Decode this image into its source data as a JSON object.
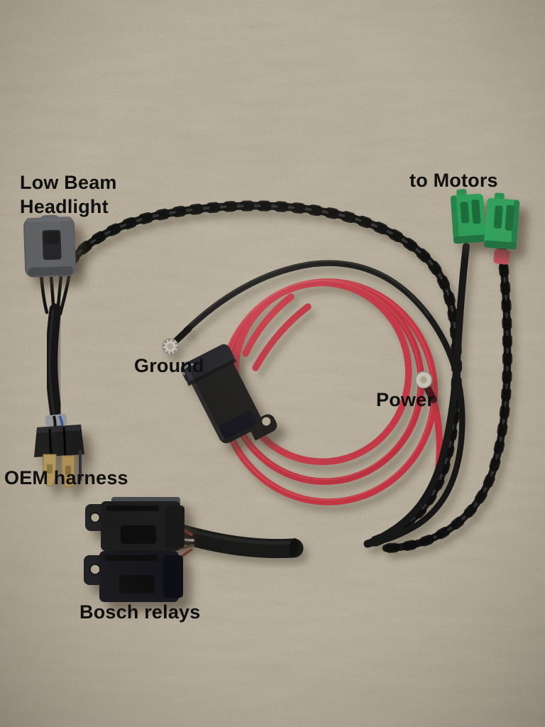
{
  "photo": {
    "description": "Low beam headlight relay wiring harness laid out on beige linen fabric",
    "labels": {
      "low_beam_1": "Low Beam",
      "low_beam_2": "Headlight",
      "to_motors": "to Motors",
      "ground": "Ground",
      "power": "Power",
      "oem_harness": "OEM harness",
      "bosch_relays": "Bosch relays"
    },
    "colors": {
      "background": "#b5aa96",
      "label_text": "#101010",
      "wire_black": "#161616",
      "wire_red": "#c03240",
      "connector_green": "#2f9d58",
      "boot_gray": "#5b5d60",
      "terminal_brass": "#b29459",
      "terminal_silver": "#c9c3ba",
      "marker_band_red": "#c4505c"
    },
    "components": [
      "gray-headlight-socket-boot",
      "black-heat-shrink-sleeve",
      "oem-h4-plug-with-brass-spades",
      "twisted-black-harness-cable",
      "ground-ring-terminal",
      "power-ring-terminal",
      "inline-fuse-holder",
      "coiled-red-power-wire",
      "two-green-motor-connectors",
      "red-marker-band",
      "two-bosch-relays",
      "heat-shrink-wire-bundle"
    ]
  }
}
